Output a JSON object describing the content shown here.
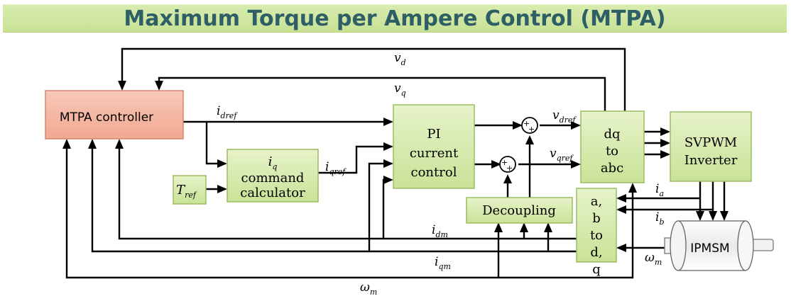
{
  "title": "Maximum Torque per Ampere Control (MTPA)",
  "blocks": {
    "mtpa": "MTPA controller",
    "iq_calc_symbol": "i",
    "iq_calc_sub": "q",
    "iq_calc_line2": "command",
    "iq_calc_line3": "calculator",
    "tref_main": "T",
    "tref_sub": "ref",
    "pi_line1": "PI",
    "pi_line2": "current",
    "pi_line3": "control",
    "dq_line1": "dq",
    "dq_line2": "to",
    "dq_line3": "abc",
    "svpwm_line1": "SVPWM",
    "svpwm_line2": "Inverter",
    "decoupling": "Decoupling",
    "abc_line1": "a,",
    "abc_line2": "b",
    "abc_line3": "to",
    "abc_line4": "d,",
    "abc_line5": "q",
    "ipmsm": "IPMSM"
  },
  "signals": {
    "vd": {
      "main": "v",
      "sub": "d"
    },
    "vq": {
      "main": "v",
      "sub": "q"
    },
    "idref": {
      "main": "i",
      "sub": "dref"
    },
    "iqref": {
      "main": "i",
      "sub": "qref"
    },
    "vdref": {
      "main": "v",
      "sub": "dref"
    },
    "vqref": {
      "main": "v",
      "sub": "qref"
    },
    "ia": {
      "main": "i",
      "sub": "a"
    },
    "ib": {
      "main": "i",
      "sub": "b"
    },
    "idm": {
      "main": "i",
      "sub": "dm"
    },
    "iqm": {
      "main": "i",
      "sub": "qm"
    },
    "wm_motor": {
      "main": "ω",
      "sub": "m"
    },
    "wm_bottom": {
      "main": "ω",
      "sub": "m"
    }
  },
  "summer_sign": "+",
  "colors": {
    "title_text": "#2f5f66",
    "title_bg": "#d2e8a4",
    "mtpa_fill": "#f4b7a4",
    "block_fill": "#d7ecad",
    "block_border": "#9bbd62"
  }
}
